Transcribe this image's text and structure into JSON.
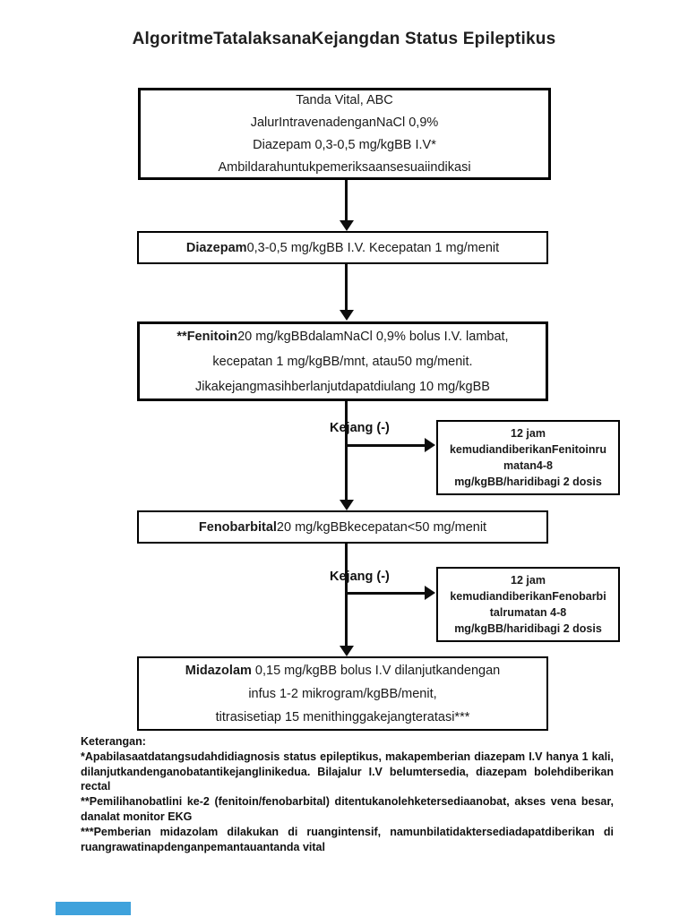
{
  "title": "AlgoritmeTatalaksanaKejangdan Status Epileptikus",
  "flow": {
    "box1": {
      "lines": [
        "Tanda Vital, ABC",
        "JalurIntravenadenganNaCl 0,9%",
        "Diazepam 0,3-0,5 mg/kgBB I.V*",
        "Ambildarahuntukpemeriksaansesuaiindikasi"
      ]
    },
    "box2": {
      "lead_bold": "Diazepam",
      "rest": "0,3-0,5 mg/kgBB I.V. Kecepatan 1 mg/menit"
    },
    "box3": {
      "line1_bold": "**Fenitoin",
      "line1_rest": "20 mg/kgBBdalamNaCl 0,9% bolus I.V. lambat,",
      "line2": "kecepatan 1 mg/kgBB/mnt, atau50 mg/menit.",
      "line3": "Jikakejangmasihberlanjutdapatdiulang 10 mg/kgBB"
    },
    "branch1": {
      "label": "Kejang (-)",
      "box_lines": [
        "12 jam",
        "kemudiandiberikanFenitoinru",
        "matan4-8",
        "mg/kgBB/haridibagi 2 dosis"
      ]
    },
    "box4": {
      "lead_bold": "Fenobarbital",
      "rest": "20 mg/kgBBkecepatan<50 mg/menit"
    },
    "branch2": {
      "label": "Kejang (-)",
      "box_lines": [
        "12 jam",
        "kemudiandiberikanFenobarbi",
        "talrumatan 4-8",
        "mg/kgBB/haridibagi 2 dosis"
      ]
    },
    "box5": {
      "line1_bold": "Midazolam",
      "line1_rest": " 0,15 mg/kgBB bolus I.V dilanjutkandengan",
      "line2": "infus 1-2 mikrogram/kgBB/menit,",
      "line3": "titrasisetiap 15 menithinggakejangteratasi***"
    }
  },
  "notes": {
    "heading": "Keterangan:",
    "items": [
      "*Apabilasaatdatangsudahdidiagnosis status epileptikus, makapemberian diazepam I.V hanya 1 kali, dilanjutkandenganobatantikejanglinikedua. Bilajalur I.V belumtersedia, diazepam bolehdiberikan rectal",
      "**Pemilihanobatlini ke-2 (fenitoin/fenobarbital) ditentukanolehketersediaanobat, akses vena besar, danalat monitor EKG",
      "***Pemberian midazolam dilakukan di ruangintensif, namunbilatidaktersediadapatdiberikan di ruangrawatinapdenganpemantauantanda vital"
    ]
  },
  "colors": {
    "accent_bar": "#3FA2DC",
    "border": "#000000",
    "text": "#1a1a1a"
  }
}
